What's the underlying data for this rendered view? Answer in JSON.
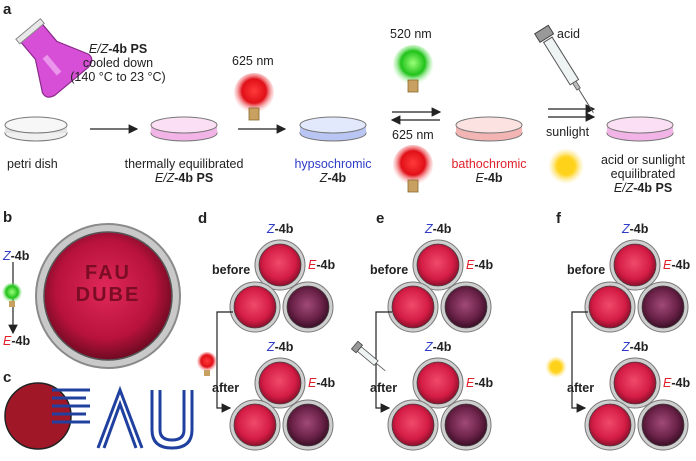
{
  "panel_labels": {
    "a": "a",
    "b": "b",
    "c": "c",
    "d": "d",
    "e": "e",
    "f": "f"
  },
  "a": {
    "cooled_line1_iso": "E/Z",
    "cooled_line1_rest": "-4b PS",
    "cooled_line2": "cooled down",
    "cooled_line3": "(140 °C to 23 °C)",
    "nm625_top": "625 nm",
    "nm520": "520 nm",
    "nm625_bottom": "625 nm",
    "acid": "acid",
    "sunlight": "sunlight",
    "petri_dish": "petri dish",
    "thermal_line1": "thermally equilibrated",
    "thermal_line2_iso": "E/Z",
    "thermal_line2_bold": "-4b",
    "thermal_line2_rest": " PS",
    "hypso_line1": "hypsochromic",
    "hypso_line2_iso": "Z",
    "hypso_line2_bold": "-4b",
    "batho_line1": "bathochromic",
    "batho_line2_iso": "E",
    "batho_line2_bold": "-4b",
    "final_line1": "acid or sunlight",
    "final_line2": "equilibrated",
    "final_line3_iso": "E/Z",
    "final_line3_bold": "-4b",
    "final_line3_rest": " PS"
  },
  "b": {
    "z_iso": "Z",
    "z_bold": "-4b",
    "e_iso": "E",
    "e_bold": "-4b",
    "dish_text1": "FAU",
    "dish_text2": "DUBE"
  },
  "c": {
    "logo_text": "FAU"
  },
  "def": {
    "z_iso": "Z",
    "z_bold": "-4b",
    "e_iso": "E",
    "e_bold": "-4b",
    "before": "before",
    "after": "after"
  },
  "colors": {
    "hypsochromic": "#2e3cc7",
    "bathochromic": "#e0202a",
    "pink_dish": "#f2b3e6",
    "blue_dish": "#b9c6f3",
    "red_dish": "#f3b4b4",
    "dish_red": "#e0284f",
    "dish_purple": "#6b2248"
  }
}
